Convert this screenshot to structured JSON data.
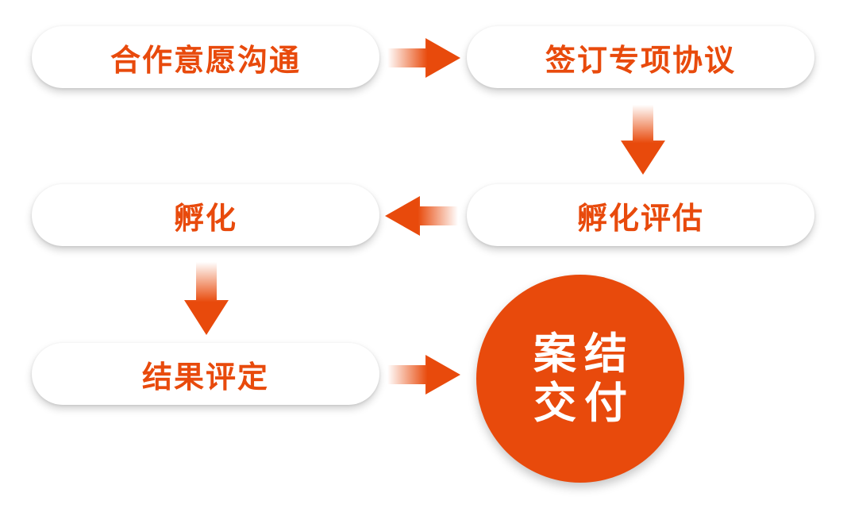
{
  "steps": [
    {
      "label": "合作意愿沟通"
    },
    {
      "label": "签订专项协议"
    },
    {
      "label": "孵化评估"
    },
    {
      "label": "孵化"
    },
    {
      "label": "结果评定"
    }
  ],
  "final": {
    "line1": "案结",
    "line2": "交付"
  },
  "colors": {
    "accent": "#e84a0c",
    "pill_background": "#ffffff",
    "final_text": "#ffffff"
  }
}
